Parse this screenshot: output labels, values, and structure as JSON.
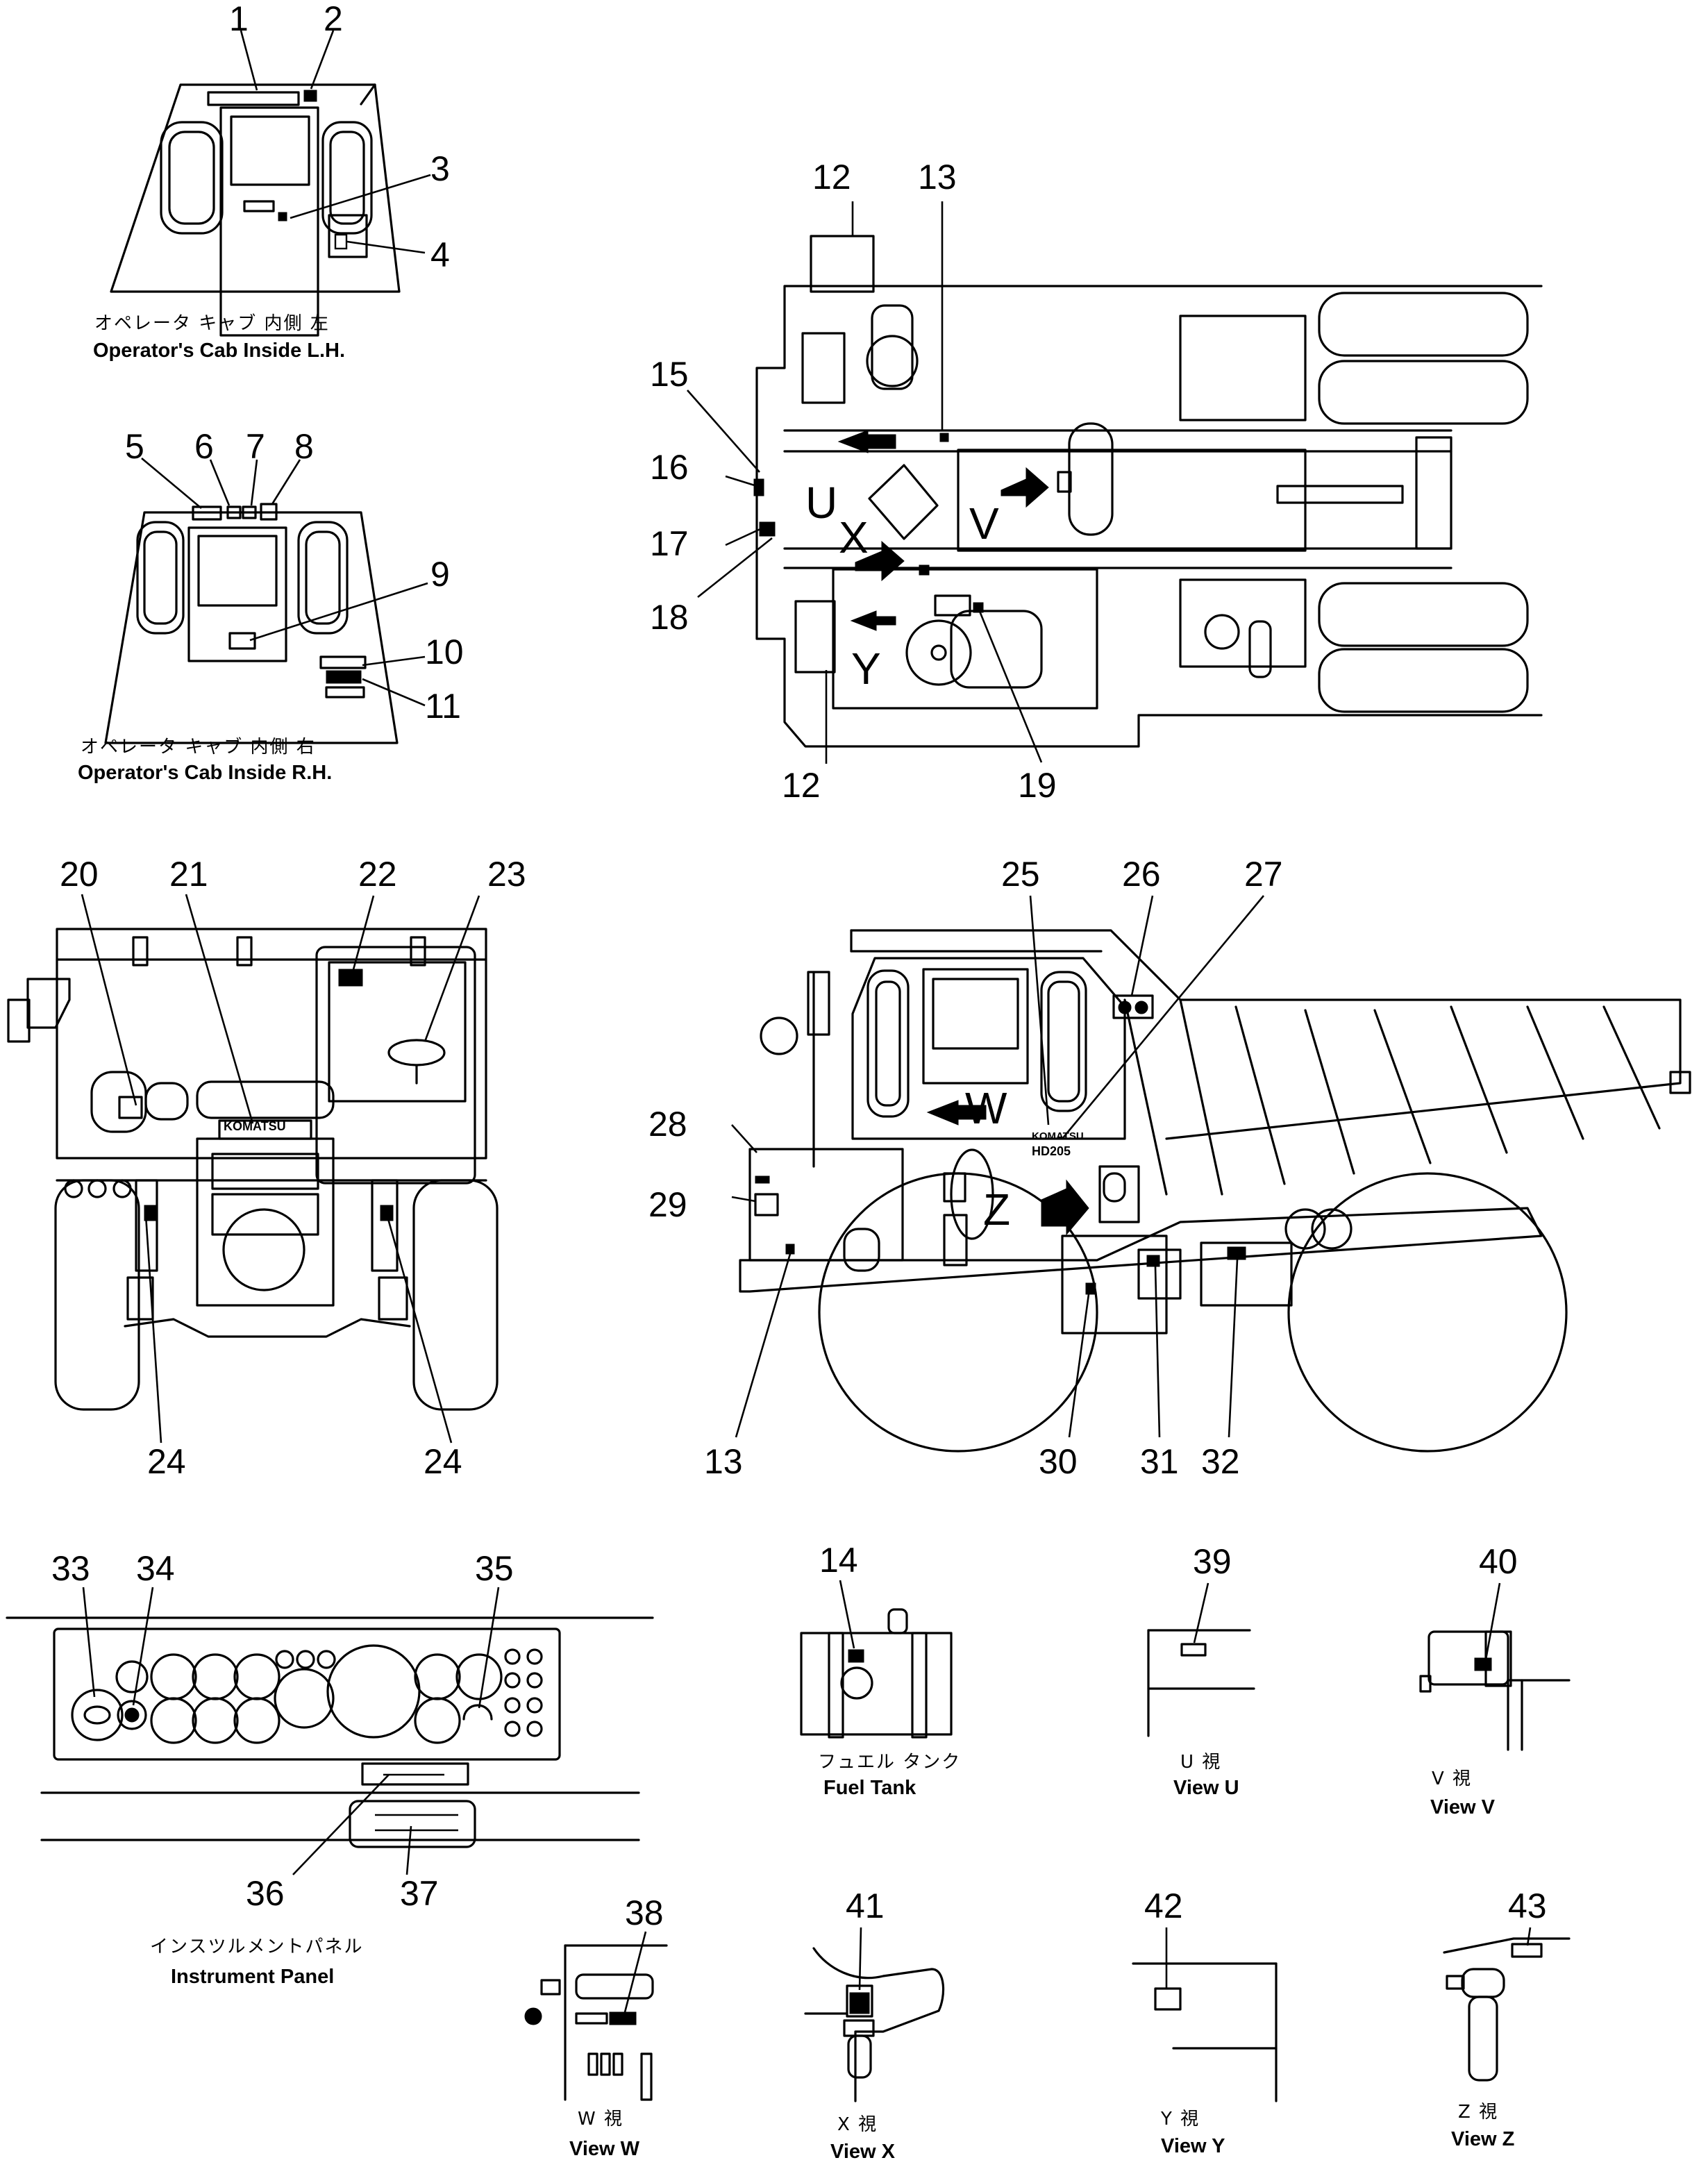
{
  "callouts": [
    "1",
    "2",
    "3",
    "4",
    "5",
    "6",
    "7",
    "8",
    "9",
    "10",
    "11",
    "12",
    "13",
    "14",
    "15",
    "16",
    "17",
    "18",
    "19",
    "20",
    "21",
    "22",
    "23",
    "24",
    "25",
    "26",
    "27",
    "28",
    "29",
    "30",
    "31",
    "32",
    "33",
    "34",
    "35",
    "36",
    "37",
    "38",
    "39",
    "40",
    "41",
    "42",
    "43"
  ],
  "captions": {
    "cab_lh_jp": "オペレータ キャブ 内側 左",
    "cab_lh_en": "Operator's Cab Inside L.H.",
    "cab_rh_jp": "オペレータ キャブ 内側 右",
    "cab_rh_en": "Operator's Cab Inside R.H.",
    "fuel_jp": "フュエル タンク",
    "fuel_en": "Fuel Tank",
    "view_u_jp": "U 視",
    "view_u_en": "View U",
    "view_v_jp": "V 視",
    "view_v_en": "View V",
    "panel_jp": "インスツルメントパネル",
    "panel_en": "Instrument Panel",
    "view_w_jp": "W 視",
    "view_w_en": "View W",
    "view_x_jp": "X 視",
    "view_x_en": "View X",
    "view_y_jp": "Y 視",
    "view_y_en": "View Y",
    "view_z_jp": "Z 視",
    "view_z_en": "View Z"
  },
  "view_letters": {
    "u": "U",
    "v": "V",
    "w": "W",
    "x": "X",
    "y": "Y",
    "z": "Z"
  },
  "plates": {
    "komatsu_front": "KOMATSU",
    "komatsu_side": "KOMATSU",
    "model": "HD205"
  }
}
